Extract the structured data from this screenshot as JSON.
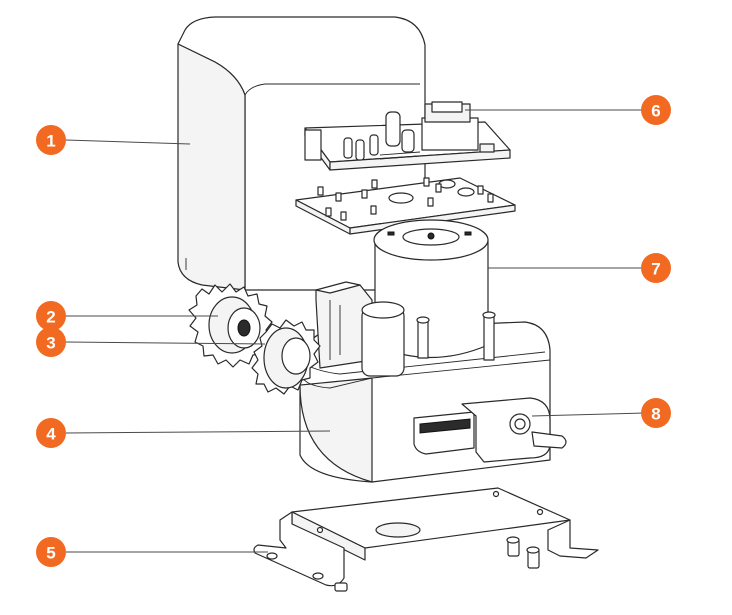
{
  "colors": {
    "callout": "#f26a21",
    "leader": "#4a4a4a",
    "outline": "#2a2a2a"
  },
  "callouts": [
    {
      "number": "1"
    },
    {
      "number": "2"
    },
    {
      "number": "3"
    },
    {
      "number": "4"
    },
    {
      "number": "5"
    },
    {
      "number": "6"
    },
    {
      "number": "7"
    },
    {
      "number": "8"
    }
  ]
}
